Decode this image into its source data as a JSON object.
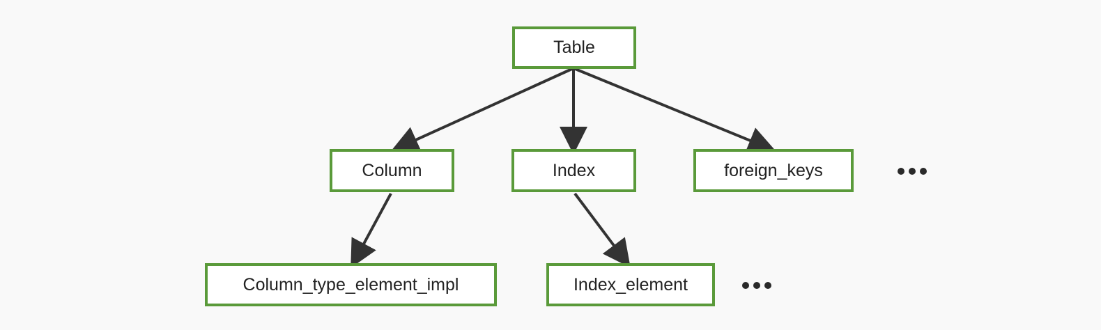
{
  "diagram": {
    "nodes": {
      "table": {
        "label": "Table"
      },
      "column": {
        "label": "Column"
      },
      "index": {
        "label": "Index"
      },
      "foreign_keys": {
        "label": "foreign_keys"
      },
      "column_type_element_impl": {
        "label": "Column_type_element_impl"
      },
      "index_element": {
        "label": "Index_element"
      }
    },
    "edges": [
      {
        "from": "table",
        "to": "column"
      },
      {
        "from": "table",
        "to": "index"
      },
      {
        "from": "table",
        "to": "foreign_keys"
      },
      {
        "from": "column",
        "to": "column_type_element_impl"
      },
      {
        "from": "index",
        "to": "index_element"
      }
    ],
    "colors": {
      "node_border": "#5a9a3a",
      "edge": "#333333",
      "background": "#f9f9f9"
    }
  }
}
